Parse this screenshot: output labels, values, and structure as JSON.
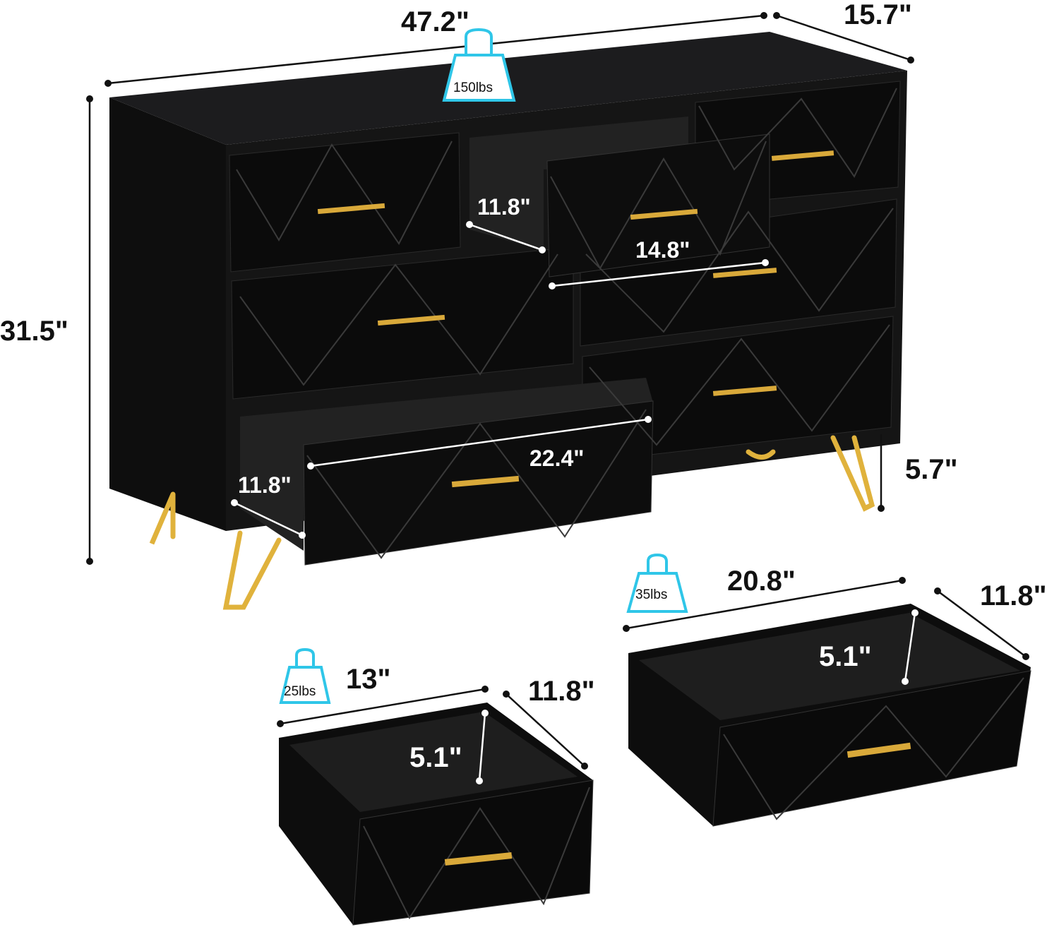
{
  "product": {
    "color": "#111111",
    "handle_color": "#d9a93a",
    "weight_icon_color": "#2fc6e8"
  },
  "dimensions": {
    "width": "47.2\"",
    "depth": "15.7\"",
    "height": "31.5\"",
    "leg_height": "5.7\"",
    "small_drawer_depth_inset": "11.8\"",
    "small_drawer_width_inset": "14.8\"",
    "large_drawer_width_inset": "22.4\"",
    "large_drawer_depth_inset": "11.8\""
  },
  "weights": {
    "top": "150lbs",
    "large_drawer": "35lbs",
    "small_drawer": "25lbs"
  },
  "small_drawer": {
    "width": "13\"",
    "depth": "11.8\"",
    "height": "5.1\""
  },
  "large_drawer": {
    "width": "20.8\"",
    "depth": "11.8\"",
    "height": "5.1\""
  }
}
